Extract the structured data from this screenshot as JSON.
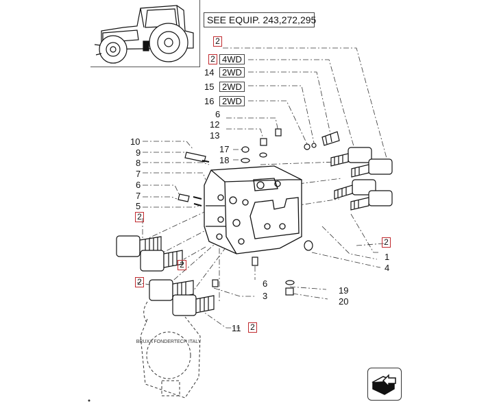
{
  "header": {
    "equipment_note": "SEE EQUIP. 243,272,295"
  },
  "variants": [
    {
      "item": "",
      "badge": "2",
      "tag": ""
    },
    {
      "item": "",
      "badge": "2",
      "tag": "4WD"
    },
    {
      "item": "14",
      "badge": "",
      "tag": "2WD"
    },
    {
      "item": "15",
      "badge": "",
      "tag": "2WD"
    },
    {
      "item": "16",
      "badge": "",
      "tag": "2WD"
    }
  ],
  "callouts": {
    "n6_top": "6",
    "n12": "12",
    "n13": "13",
    "n17": "17",
    "n18": "18",
    "n10": "10",
    "n9": "9",
    "n8": "8",
    "n7a": "7",
    "n6_left": "6",
    "n7b": "7",
    "n5": "5",
    "b2_left1": "2",
    "b2_left2": "2",
    "b2_left3": "2",
    "b2_right": "2",
    "b2_bottom": "2",
    "n1": "1",
    "n4": "4",
    "n6_bottom": "6",
    "n3": "3",
    "n19": "19",
    "n20": "20",
    "n11": "11"
  },
  "stamp_text": "BRUXA FONDERTECH ITALY",
  "nav_icon": "next-page-arrow-icon"
}
